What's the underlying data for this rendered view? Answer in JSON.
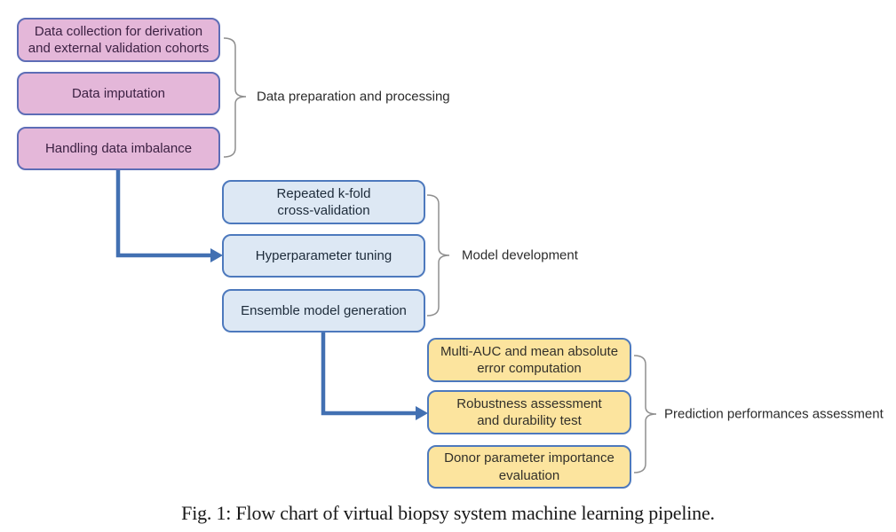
{
  "caption": "Fig. 1: Flow chart of virtual biopsy system machine learning pipeline.",
  "groups": [
    {
      "label": "Data preparation and processing",
      "boxes": [
        {
          "lines": [
            "Data collection for derivation",
            "and external validation cohorts"
          ]
        },
        {
          "lines": [
            "Data imputation"
          ]
        },
        {
          "lines": [
            "Handling data imbalance"
          ]
        }
      ]
    },
    {
      "label": "Model development",
      "boxes": [
        {
          "lines": [
            "Repeated k-fold",
            "cross-validation"
          ]
        },
        {
          "lines": [
            "Hyperparameter tuning"
          ]
        },
        {
          "lines": [
            "Ensemble model generation"
          ]
        }
      ]
    },
    {
      "label": "Prediction performances assessment",
      "boxes": [
        {
          "lines": [
            "Multi-AUC and mean absolute",
            "error computation"
          ]
        },
        {
          "lines": [
            "Robustness assessment",
            "and durability test"
          ]
        },
        {
          "lines": [
            "Donor parameter importance",
            "evaluation"
          ]
        }
      ]
    }
  ],
  "colors": {
    "pink_fill": "#e4b7d9",
    "pink_border": "#5d6db6",
    "pink_text": "#3c2143",
    "blue_fill": "#dde8f4",
    "blue_border": "#4d79bd",
    "blue_text": "#1d2b3a",
    "yellow_fill": "#fce49e",
    "yellow_border": "#4d79bd",
    "yellow_text": "#32302a",
    "arrow": "#4270b2",
    "brace": "#8f8f8f",
    "label_text": "#2b2b2b",
    "caption_text": "#191919"
  }
}
